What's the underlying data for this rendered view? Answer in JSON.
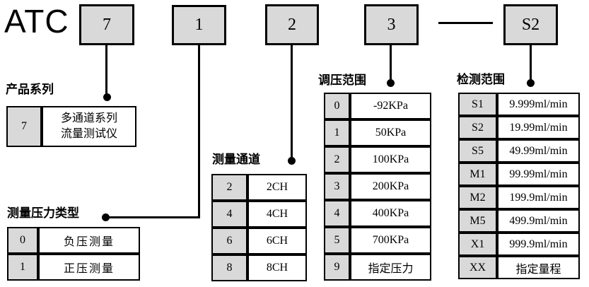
{
  "model_prefix": "ATC",
  "separator_dash": "—",
  "colors": {
    "box_fill": "#d9d9d9",
    "line": "#000000",
    "background": "#ffffff"
  },
  "code_boxes": [
    {
      "position": "series",
      "value": "7"
    },
    {
      "position": "pressure-type",
      "value": "1"
    },
    {
      "position": "channels",
      "value": "2"
    },
    {
      "position": "pressure-range",
      "value": "3"
    },
    {
      "position": "detect-range",
      "value": "S2"
    }
  ],
  "sections": [
    {
      "title": "产品系列",
      "rows": [
        {
          "code": "7",
          "desc_lines": [
            "多通道系列",
            "流量测试仪"
          ]
        }
      ]
    },
    {
      "title": "测量压力类型",
      "rows": [
        {
          "code": "0",
          "desc": "负压测量"
        },
        {
          "code": "1",
          "desc": "正压测量"
        }
      ]
    },
    {
      "title": "测量通道",
      "rows": [
        {
          "code": "2",
          "desc": "2CH"
        },
        {
          "code": "4",
          "desc": "4CH"
        },
        {
          "code": "6",
          "desc": "6CH"
        },
        {
          "code": "8",
          "desc": "8CH"
        }
      ]
    },
    {
      "title": "调压范围",
      "rows": [
        {
          "code": "0",
          "desc": "-92KPa"
        },
        {
          "code": "1",
          "desc": "50KPa"
        },
        {
          "code": "2",
          "desc": "100KPa"
        },
        {
          "code": "3",
          "desc": "200KPa"
        },
        {
          "code": "4",
          "desc": "400KPa"
        },
        {
          "code": "5",
          "desc": "700KPa"
        },
        {
          "code": "9",
          "desc": "指定压力"
        }
      ]
    },
    {
      "title": "检测范围",
      "rows": [
        {
          "code": "S1",
          "desc": "9.999ml/min"
        },
        {
          "code": "S2",
          "desc": "19.99ml/min"
        },
        {
          "code": "S5",
          "desc": "49.99ml/min"
        },
        {
          "code": "M1",
          "desc": "99.99ml/min"
        },
        {
          "code": "M2",
          "desc": "199.9ml/min"
        },
        {
          "code": "M5",
          "desc": "499.9ml/min"
        },
        {
          "code": "X1",
          "desc": "999.9ml/min"
        },
        {
          "code": "XX",
          "desc": "指定量程"
        }
      ]
    }
  ]
}
